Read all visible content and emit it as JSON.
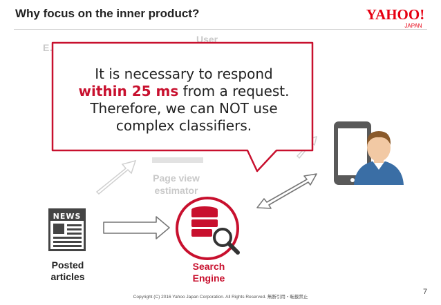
{
  "slide": {
    "title": "Why focus on the inner product?",
    "page_number": "7"
  },
  "logo": {
    "text_main": "YAHOO!",
    "text_sub": "JAPAN"
  },
  "background_labels": {
    "user": "User",
    "estimator_partial": "E………… …",
    "page_view_estimator_line1": "Page view",
    "page_view_estimator_line2": "estimator"
  },
  "callout": {
    "line1": "It is necessary to respond",
    "line2_highlight": "within 25 ms",
    "line2_rest": " from a request.",
    "line3": "Therefore, we can NOT use",
    "line4": "complex classifiers."
  },
  "nodes": {
    "posted_articles_line1": "Posted",
    "posted_articles_line2": "articles",
    "news_icon_text": "NEWS",
    "search_engine_line1": "Search",
    "search_engine_line2": "Engine"
  },
  "footer": {
    "copyright": "Copyright (C) 2016 Yahoo Japan Corporation. All Rights Reserved. 無断引用・転載禁止"
  },
  "colors": {
    "accent_red": "#c8102e",
    "phone_gray": "#595959",
    "user_blue": "#3a6ea5"
  }
}
